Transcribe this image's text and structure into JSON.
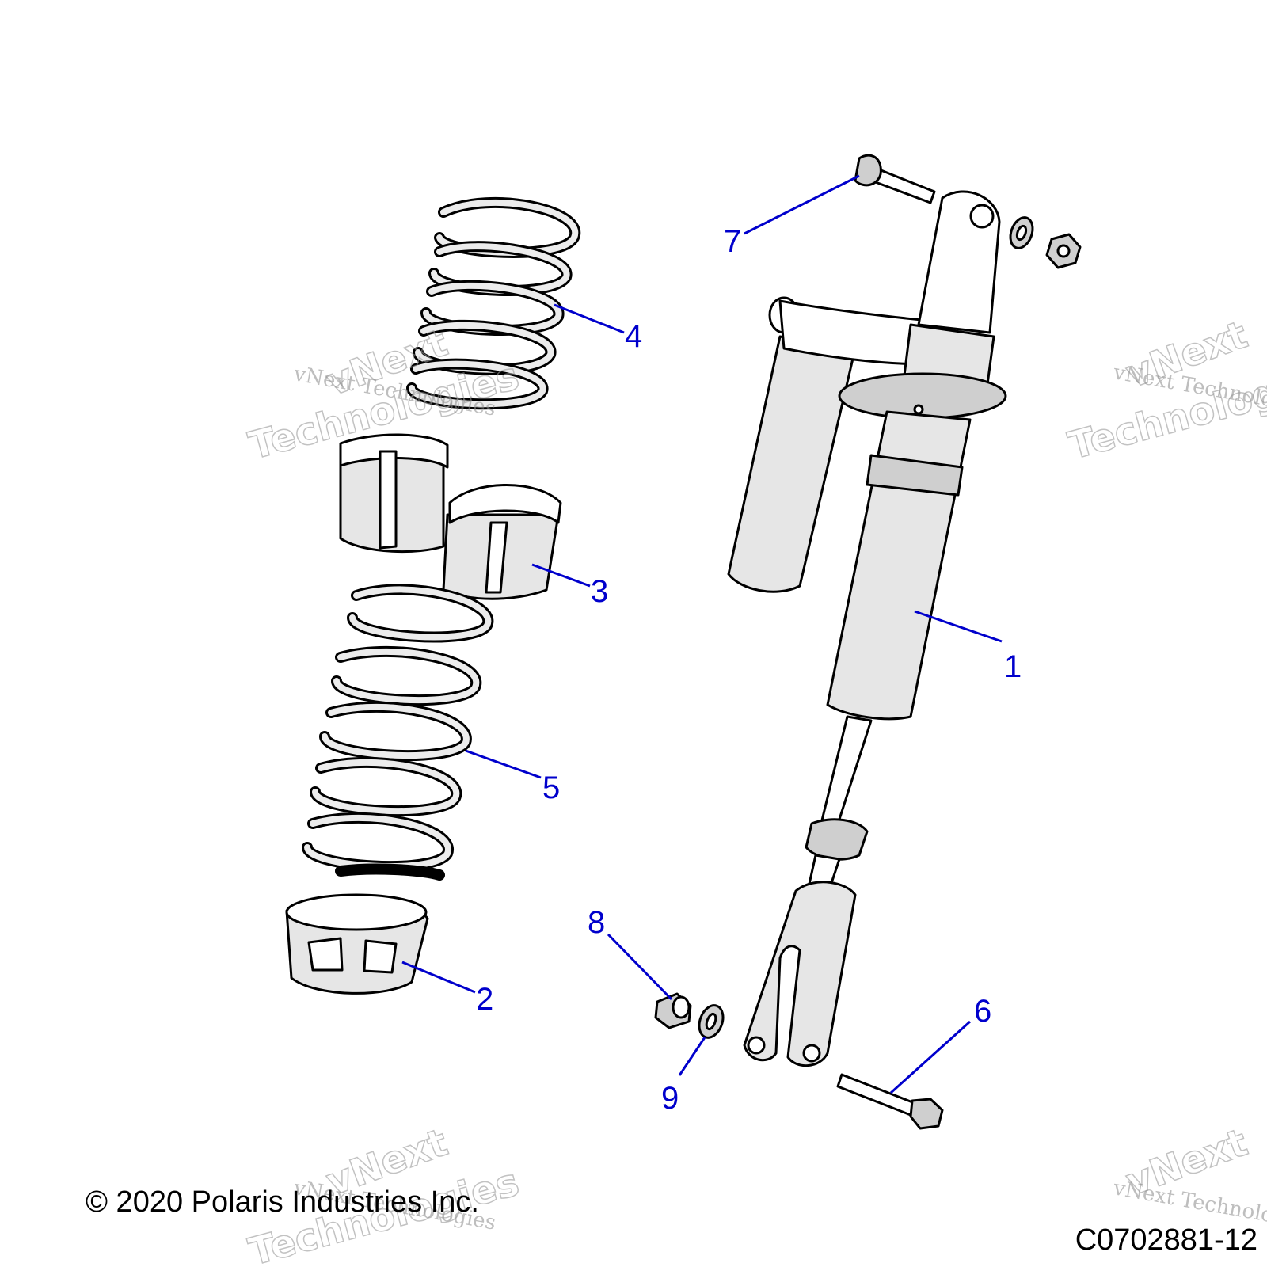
{
  "callouts": [
    {
      "id": "1",
      "label": "1"
    },
    {
      "id": "2",
      "label": "2"
    },
    {
      "id": "3",
      "label": "3"
    },
    {
      "id": "4",
      "label": "4"
    },
    {
      "id": "5",
      "label": "5"
    },
    {
      "id": "6",
      "label": "6"
    },
    {
      "id": "7",
      "label": "7"
    },
    {
      "id": "8",
      "label": "8"
    },
    {
      "id": "9",
      "label": "9"
    }
  ],
  "footer": {
    "copyright": "© 2020 Polaris Industries Inc.",
    "figure_id": "C0702881-12"
  },
  "watermark": {
    "brand": "vNext",
    "word": "Technologies",
    "line": "vNext Technologies"
  },
  "colors": {
    "callout": "#0000cc",
    "line_art": "#000000",
    "watermark": "#9a9a9a"
  }
}
